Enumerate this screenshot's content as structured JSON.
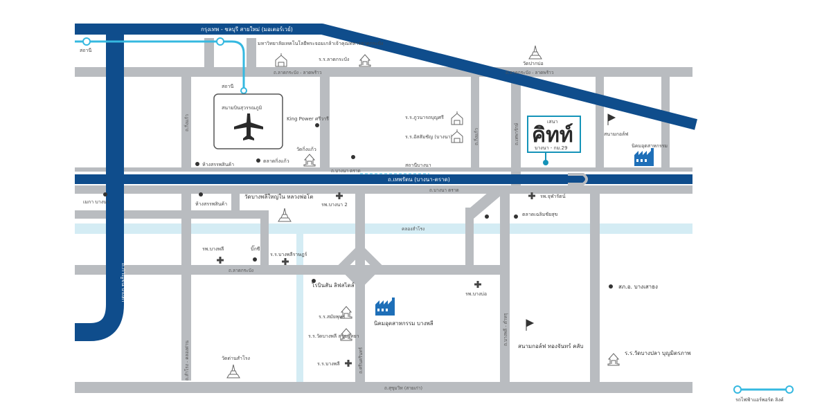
{
  "colors": {
    "highway": "#0f4d8c",
    "road": "#b9bcc0",
    "canal": "#d4ecf4",
    "rail": "#35b8e0",
    "accent": "#1493b8",
    "text": "#444444",
    "icon": "#555555"
  },
  "roads": {
    "top_expressway": "กรุงเทพ - ชลบุรี สายใหม่ (มอเตอร์เวย์)",
    "north_road_left": "ถ.ลาดกระบัง - ลาดพร้าว",
    "north_road_right": "ถ.ลาดกระบัง - ลาดพร้าว",
    "main_highway_north": "ถ.บางนา ตราด",
    "main_highway": "ถ.เทพรัตน (บางนา-ตราด)",
    "main_highway_south": "ถ.บางนา ตราด",
    "west_highway": "ถ.กาญจนาภิเษก",
    "canal": "คลองสำโรง",
    "mid_road": "ถ.ลาดกระบัง",
    "south_road": "ถ.สุขุมวิท (สายเก่า)",
    "vertical_left": "ถ.กิ่งแก้ว",
    "vertical_mid": "ถ.กิ่งแก้ว",
    "vertical_right": "ถ.เทพารักษ์",
    "vertical_bangplee": "ถ.ศรีนครินทร์",
    "vertical_east": "ถ.บางพลี - ตำหรุ",
    "vertical_west_south": "ถ.สำโรง - คลองด่าน"
  },
  "places": {
    "airport": "สนามบินสุวรรณภูมิ",
    "station_left": "สถานี",
    "station_airport": "สถานี",
    "school_north": "มหาวิทยาลัยเทคโนโลยีพระจอมเกล้าเจ้าคุณทหารลาดกระบัง",
    "temple_north": "ร.ร.ลาดกระบัง",
    "temple_ne": "วัดปากบ่อ",
    "king_power": "King Power ศรีวารี",
    "school_mid1": "ร.ร.ภูวนารถบุญศรี",
    "school_mid2": "ร.ร.อัสสัมชัญ (บางนา)",
    "temple_mid": "วัดกิ่งแก้ว",
    "market": "ตลาดกิ่งแก้ว",
    "mall": "ห้างสรรพสินค้า",
    "mega": "เมกา บางนา",
    "bangna_station": "สถานีบางนา",
    "bangplee_temple": "วัดบางพลีใหญ่ใน หลวงพ่อโต",
    "hospital_bangna2": "รพ.บางนา 2",
    "hospital_chularat": "รพ.จุฬารัตน์",
    "market_south": "ตลาดเฉลิมชัยสุข",
    "hospital_bangplee": "รพ.บางพลี",
    "big_c": "บิ๊กซี",
    "school_bangplee": "ร.ร.บางพลีราษฎร์",
    "robinson": "โรบินสัน ลิฟสไตล์",
    "temple_south1": "ร.ร.สมัยพุทธ",
    "temple_south2": "ร.ร.วัดบางพลี สุขุมวิทยา",
    "school_bangplee2": "ร.ร.บางพลี",
    "hospital_bangbo": "รพ.บางบ่อ",
    "temple_sw": "วัดด่านสำโรง",
    "industrial": "นิคมอุตสาหกรรม บางพลี",
    "golf": "สนามกอล์ฟ ทองจันทร์ คลับ",
    "subdistrict": "สภ.อ. บางเสาธง",
    "school_se": "ร.ร.วัดบางปลา บุญมิตรภาพ",
    "golf_ne": "สนามกอล์ฟ",
    "industrial_ne": "นิคมอุตสาหกรรม",
    "canal_name": "คลองสำโรง"
  },
  "project": {
    "prefix": "เสนา",
    "name": "คิทท์",
    "sub": "บางนา - กม.29"
  },
  "legend": {
    "label": "รถไฟฟ้าแอร์พอร์ต ลิงค์"
  },
  "icons": {
    "airport": "airplane-icon",
    "temple": "temple-icon",
    "school": "school-icon",
    "hospital": "hospital-cross-icon",
    "place": "place-dot-icon",
    "factory": "factory-icon",
    "golf": "golf-flag-icon",
    "station": "station-ring-icon"
  }
}
